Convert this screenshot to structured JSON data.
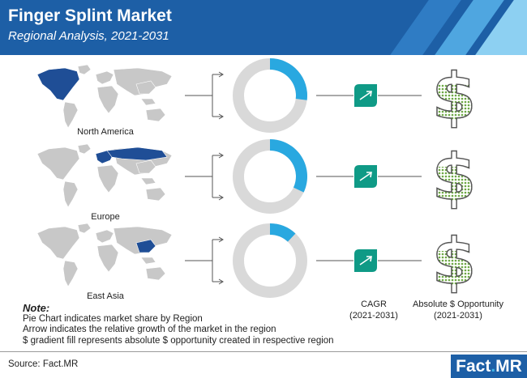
{
  "header": {
    "title": "Finger Splint Market",
    "subtitle": "Regional Analysis, 2021-2031"
  },
  "colors": {
    "header_blue": "#1d5fa6",
    "accent_cyan": "#29a8e0",
    "ring_grey": "#d9d9d9",
    "badge_teal": "#0f9a86",
    "dollar_green": "#6da844",
    "map_grey": "#c8c8c8",
    "map_highlight": "#1f4e96"
  },
  "chart_data": {
    "type": "pie",
    "categories": [
      "North America",
      "Europe",
      "East Asia"
    ],
    "values": [
      0.27,
      0.32,
      0.12
    ]
  },
  "regions": [
    {
      "name": "North America",
      "share": 0.27,
      "dollar_fill": 0.63
    },
    {
      "name": "Europe",
      "share": 0.32,
      "dollar_fill": 0.6
    },
    {
      "name": "East Asia",
      "share": 0.12,
      "dollar_fill": 0.6
    }
  ],
  "icons": {
    "growth": "growth-arrow-icon",
    "opportunity": "dollar-icon"
  },
  "columns": {
    "cagr_label": "CAGR",
    "cagr_period": "(2021-2031)",
    "opportunity_label": "Absolute $ Opportunity",
    "opportunity_period": "(2021-2031)"
  },
  "note": {
    "title": "Note:",
    "lines": [
      "Pie Chart indicates market share by Region",
      "Arrow indicates the relative growth of the market in the region",
      "$ gradient fill represents absolute $ opportunity created in respective region"
    ]
  },
  "footer": {
    "source": "Source: Fact.MR",
    "logo_left": "Fact",
    "logo_dot": ".",
    "logo_right": "MR"
  }
}
